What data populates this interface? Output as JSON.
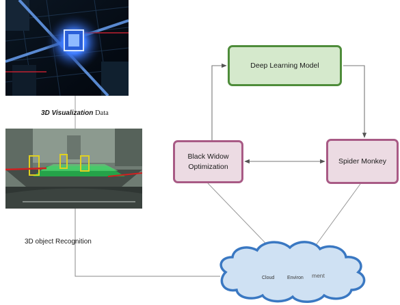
{
  "captions": {
    "visualization_italic": "3D Visualization",
    "visualization_rest": " Data",
    "recognition": "3D object Recognition"
  },
  "nodes": {
    "deep_learning_model": "Deep Learning Model",
    "black_widow_optimization": "Black Widow Optimization",
    "spider_monkey": "Spider Monkey"
  },
  "cloud": {
    "label_part1": "Cloud",
    "label_part2": "Environ",
    "label_part3": "ment"
  },
  "colors": {
    "green_node_fill": "#d5e9cc",
    "green_node_border": "#4e8c3a",
    "pink_node_fill": "#ecdbe3",
    "pink_node_border": "#a85a85",
    "cloud_fill": "#cfe1f3",
    "cloud_border": "#3a78c2"
  }
}
